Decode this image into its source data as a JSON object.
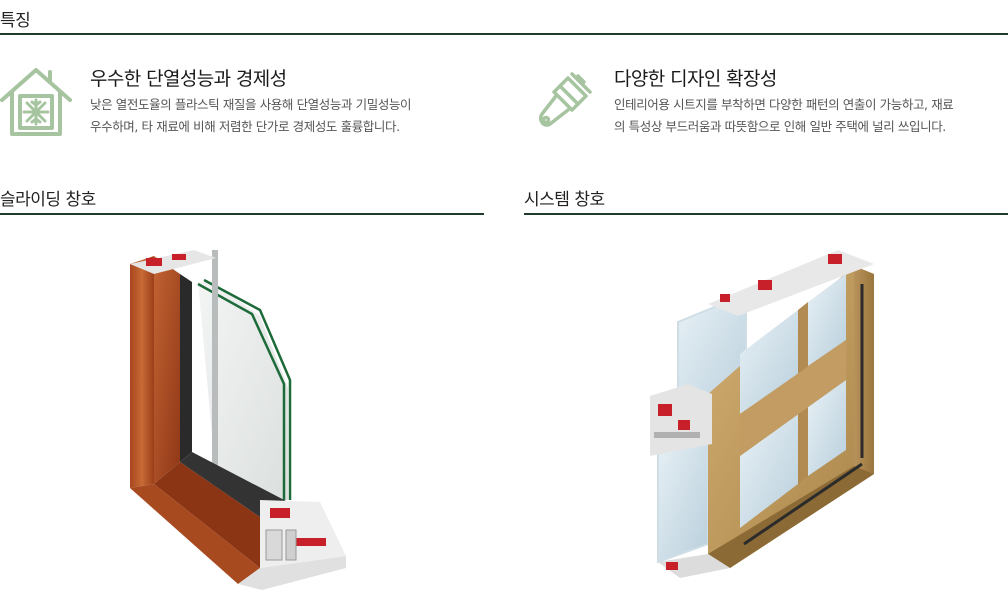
{
  "features_heading": "특징",
  "features": [
    {
      "icon": "house-snowflake-icon",
      "title": "우수한 단열성능과 경제성",
      "desc_lines": [
        "낮은 열전도율의 플라스틱 재질을 사용해 단열성능과 기밀성능이",
        "우수하며, 타 재료에 비해 저렴한 단가로 경제성도 훌륭합니다."
      ]
    },
    {
      "icon": "paint-brush-icon",
      "title": "다양한 디자인 확장성",
      "desc_lines": [
        "인테리어용 시트지를 부착하면 다양한 패턴의 연출이 가능하고, 재료",
        "의 특성상 부드러움과 따뜻함으로 인해 일반 주택에 널리 쓰입니다."
      ]
    }
  ],
  "products": [
    {
      "title": "슬라이딩 창호",
      "image": "sliding-window-cross-section"
    },
    {
      "title": "시스템 창호",
      "image": "system-window-cross-section"
    }
  ],
  "colors": {
    "accent_line": "#1f3b2a",
    "icon_green": "#a7c4a0",
    "wood_dark": "#b5572a",
    "wood_light": "#c8a46a",
    "glass_edge": "#1e6b3a"
  }
}
